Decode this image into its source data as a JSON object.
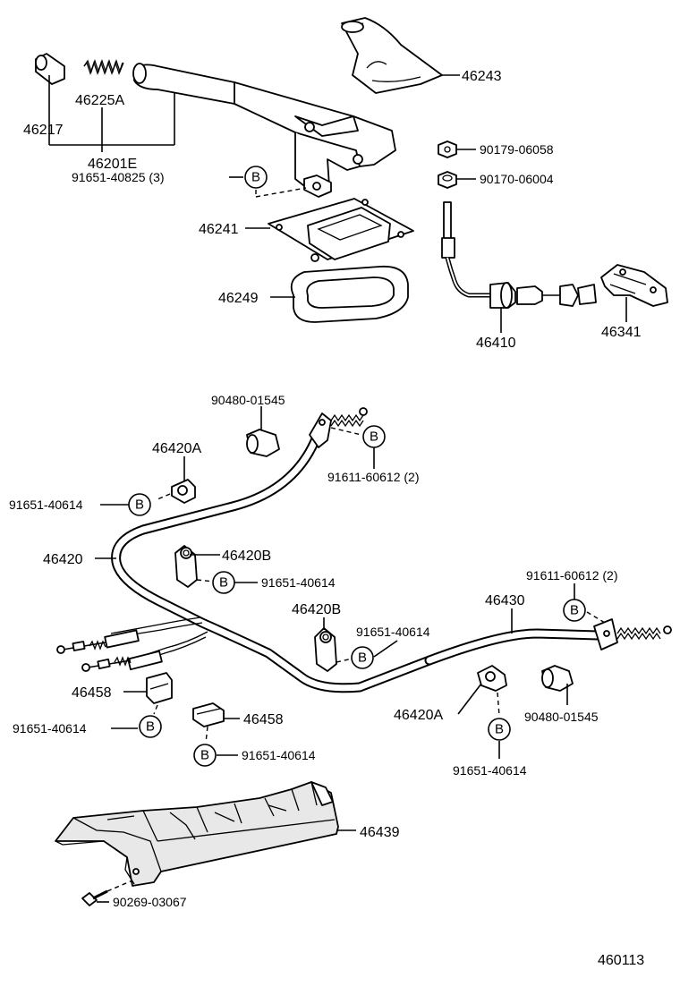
{
  "labels": {
    "p46243": "46243",
    "p46217": "46217",
    "p46225a": "46225A",
    "p46201e": "46201E",
    "p9165140825": "91651-40825 (3)",
    "p9017906058": "90179-06058",
    "p9017006004": "90170-06004",
    "p46241": "46241",
    "p46249": "46249",
    "p46410": "46410",
    "p46341": "46341",
    "p9048001545_top": "90480-01545",
    "p46420a_top": "46420A",
    "p9161160612_top": "91611-60612 (2)",
    "p9165140614_a": "91651-40614",
    "p46420": "46420",
    "p46420b_top": "46420B",
    "p9165140614_b": "91651-40614",
    "p9161160612_right": "91611-60612 (2)",
    "p46430": "46430",
    "p46420b_mid": "46420B",
    "p9165140614_c": "91651-40614",
    "p46458_left": "46458",
    "p9165140614_d": "91651-40614",
    "p46458_mid": "46458",
    "p9165140614_e": "91651-40614",
    "p46420a_bottom": "46420A",
    "p9048001545_right": "90480-01545",
    "p9165140614_f": "91651-40614",
    "p46439": "46439",
    "p9026903067": "90269-03067",
    "diagram_number": "460113"
  },
  "b_marker": "B"
}
